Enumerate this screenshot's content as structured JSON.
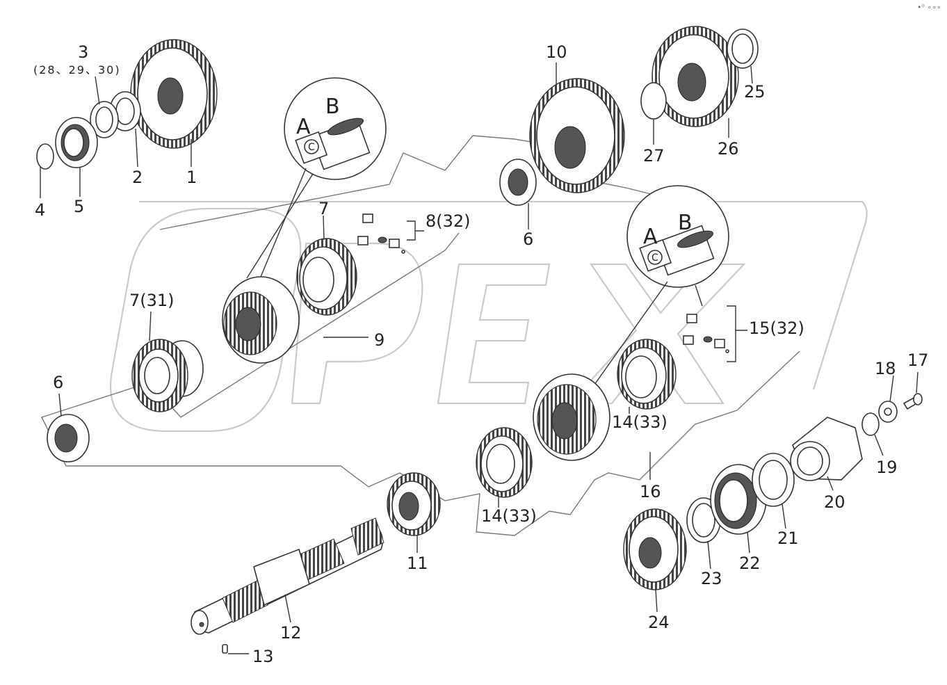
{
  "corner_mark": "•⁰ ∘∘∘",
  "watermark": "OPEX",
  "detail_labels": {
    "a": "A",
    "b": "B",
    "c": "C"
  },
  "callouts": {
    "c1": "1",
    "c2": "2",
    "c3": "3",
    "c3_sub": "(28、29、30)",
    "c4": "4",
    "c5": "5",
    "c6a": "6",
    "c6b": "6",
    "c7": "7",
    "c7_31": "7(31)",
    "c8_32": "8(32)",
    "c9": "9",
    "c10": "10",
    "c11": "11",
    "c12": "12",
    "c13": "13",
    "c14_33a": "14(33)",
    "c14_33b": "14(33)",
    "c15_32": "15(32)",
    "c16": "16",
    "c17": "17",
    "c18": "18",
    "c19": "19",
    "c20": "20",
    "c21": "21",
    "c22": "22",
    "c23": "23",
    "c24": "24",
    "c25": "25",
    "c26": "26",
    "c27": "27"
  }
}
